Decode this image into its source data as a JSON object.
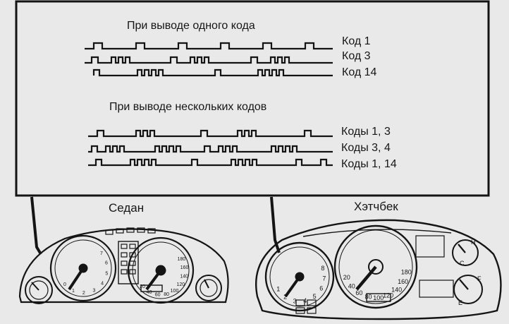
{
  "diagram": {
    "single": {
      "header": "При выводе одного кода",
      "codes": [
        {
          "label": "Код 1"
        },
        {
          "label": "Код 3"
        },
        {
          "label": "Код 14"
        }
      ]
    },
    "multiple": {
      "header": "При выводе нескольких кодов",
      "codes": [
        {
          "label": "Коды 1, 3"
        },
        {
          "label": "Коды 3, 4"
        },
        {
          "label": "Коды 1, 14"
        }
      ]
    },
    "sedan": {
      "label": "Седан",
      "tach_marks": [
        "0",
        "1",
        "2",
        "3",
        "4",
        "5",
        "6",
        "7"
      ],
      "speedo_marks": [
        "20",
        "40",
        "60",
        "80",
        "100",
        "120",
        "140",
        "160",
        "180"
      ]
    },
    "hatchback": {
      "label": "Хэтчбек",
      "tach_marks": [
        "1",
        "2",
        "3",
        "4",
        "5",
        "6",
        "7",
        "8"
      ],
      "speedo_marks": [
        "20",
        "40",
        "60",
        "80",
        "100",
        "120",
        "140",
        "160",
        "180"
      ],
      "aux_marks": [
        "H",
        "C",
        "F",
        "E"
      ]
    },
    "line_color": "#141414",
    "paper_color": "#e9e9e9"
  }
}
